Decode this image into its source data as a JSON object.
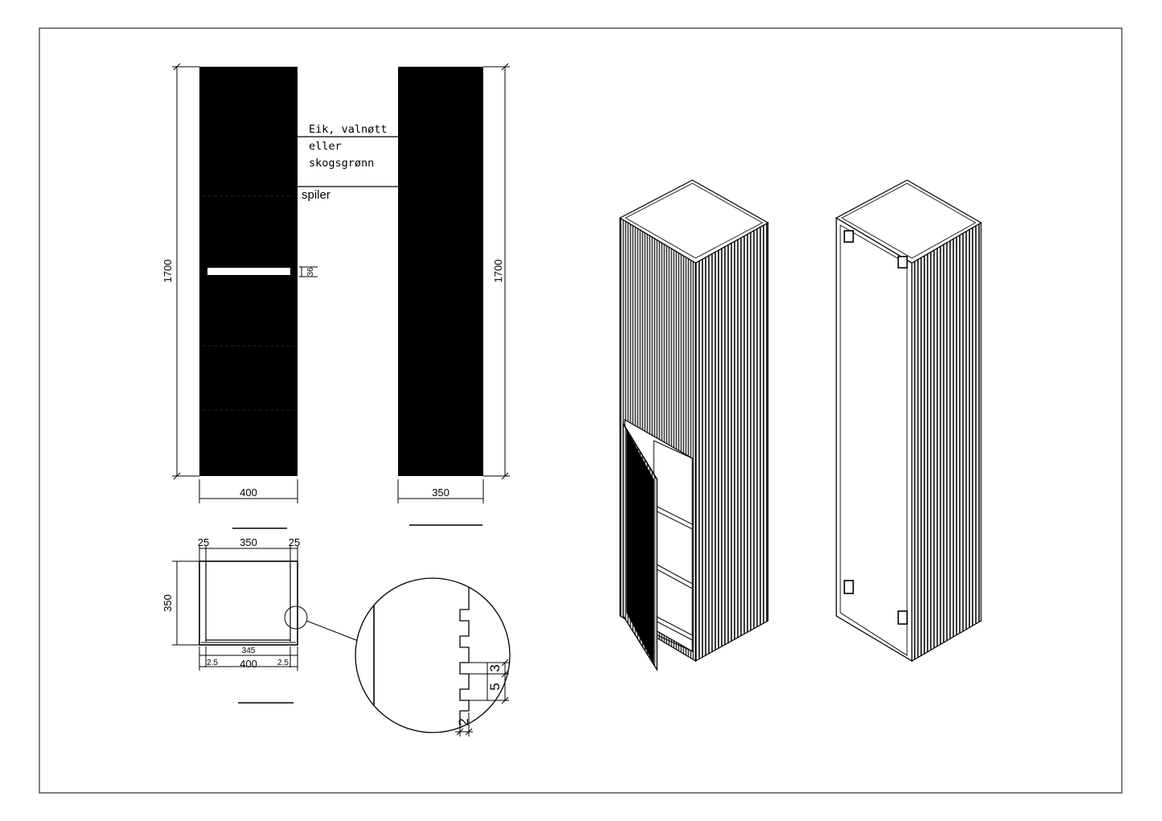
{
  "annotations": {
    "material_line1": "Eik, valnøtt",
    "material_line2": "eller",
    "material_line3": "skogsgrønn",
    "slats": "spiler"
  },
  "front_view": {
    "height": "1700",
    "width": "400",
    "handle": "36"
  },
  "side_view": {
    "height": "1700",
    "depth": "350"
  },
  "plan_view": {
    "side_left": "25",
    "inner": "350",
    "side_right": "25",
    "depth": "350",
    "inner_back": "345",
    "edge_left": "2.5",
    "width": "400",
    "edge_right": "2.5"
  },
  "detail": {
    "pitch": "5",
    "depth": "3",
    "gap": "2"
  }
}
